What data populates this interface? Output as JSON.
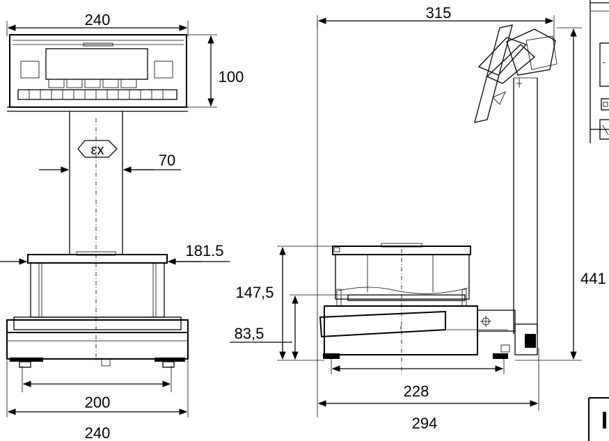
{
  "front_view": {
    "head_width": "240",
    "head_height": "100",
    "column_width": "70",
    "draft_shield_width": "181.5",
    "foot_spacing": "200",
    "base_width": "240",
    "ex_mark": "εx"
  },
  "side_view": {
    "overall_depth": "315",
    "overall_height": "441",
    "shield_height": "147,5",
    "pan_height": "83,5",
    "foot_spacing": "228",
    "base_depth": "294"
  },
  "colors": {
    "line": "#000000",
    "background": "#ffffff"
  }
}
